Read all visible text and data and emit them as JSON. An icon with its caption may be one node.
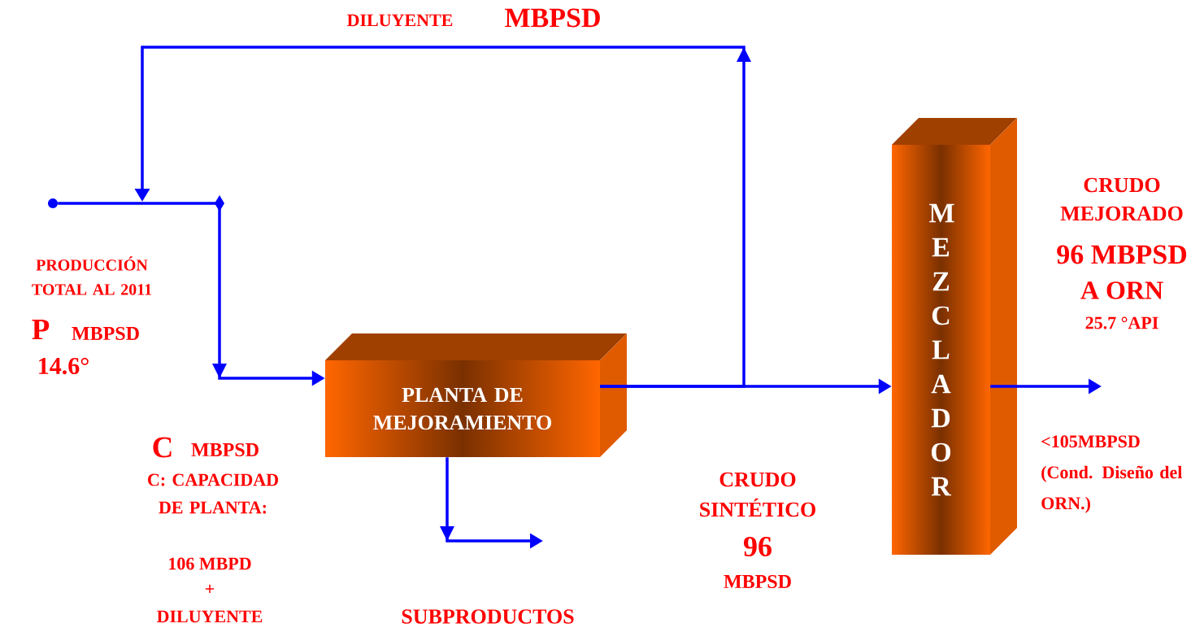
{
  "diagram": {
    "nodes": [
      {
        "text": [],
        "shape": "circle"
      },
      {
        "text": [
          "PLANTA DE MEJORAMIENTO"
        ]
      },
      {
        "text": [
          "MEZCLADOR"
        ]
      }
    ],
    "edges": [
      {
        "from": 0,
        "to": 1,
        "arrow": "to"
      },
      {
        "from": 1,
        "to": null,
        "arrow": "to"
      },
      {
        "from": 1,
        "to": 2,
        "arrow": "to"
      },
      {
        "from": 1,
        "to": null,
        "arrow": "to"
      },
      {
        "from": 2,
        "to": null,
        "arrow": "to"
      }
    ],
    "labels": [
      "DILUYENTE",
      "MBPSD",
      "PRODUCCIÓN TOTAL AL 2011",
      "P",
      "MBPSD",
      "14.6°",
      "C",
      "MBPSD",
      "C: CAPACIDAD DE PLANTA:",
      "106 MBPD",
      "+",
      "DILUYENTE",
      "SUBPRODUCTOS",
      "CRUDO SINTÉTICO",
      "96",
      "MBPSD",
      "CRUDO MEJORADO",
      "96 MBPSD",
      "A ORN",
      "25.7 °API",
      "<105MBPSD (Cond. Diseño del ORN.)"
    ]
  }
}
